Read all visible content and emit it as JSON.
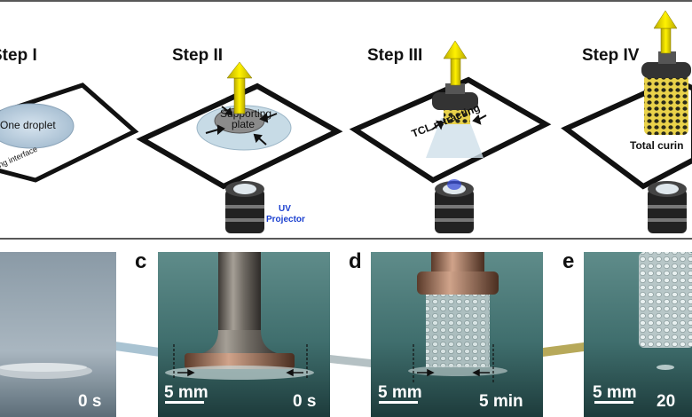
{
  "steps": [
    {
      "title": "Step I",
      "labels": {
        "droplet": "One droplet",
        "interface": "ing interface"
      }
    },
    {
      "title": "Step II",
      "labels": {
        "plate": "Supporting",
        "plate2": "plate",
        "uv": "UV",
        "projector": "Projector"
      }
    },
    {
      "title": "Step III",
      "labels": {
        "tcl": "TCL retracting"
      }
    },
    {
      "title": "Step IV",
      "labels": {
        "curing": "Total curin"
      }
    }
  ],
  "photos": [
    {
      "letter": "",
      "time": "0 s",
      "scale": ""
    },
    {
      "letter": "c",
      "time": "0 s",
      "scale": "5 mm"
    },
    {
      "letter": "d",
      "time": "5 min",
      "scale": "5 mm"
    },
    {
      "letter": "e",
      "time": "20",
      "scale": "5 mm"
    }
  ],
  "colors": {
    "arrow_yellow": "#f2e200",
    "uv_blue": "#1a3fcf",
    "frame": "#111111"
  }
}
